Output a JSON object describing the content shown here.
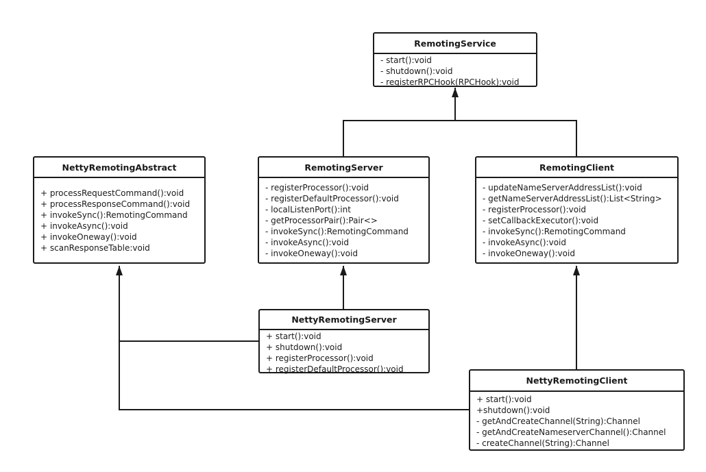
{
  "classes": {
    "remoting_service": {
      "name": "RemotingService",
      "members": [
        "- start():void",
        "- shutdown():void",
        "- registerRPCHook(RPCHook):void"
      ]
    },
    "netty_remoting_abstract": {
      "name": "NettyRemotingAbstract",
      "members": [
        "+ processRequestCommand():void",
        "+ processResponseCommand():void",
        "+ invokeSync():RemotingCommand",
        "+ invokeAsync():void",
        "+ invokeOneway():void",
        "+ scanResponseTable:void"
      ]
    },
    "remoting_server": {
      "name": "RemotingServer",
      "members": [
        "- registerProcessor():void",
        "- registerDefaultProcessor():void",
        "- localListenPort():int",
        "- getProcessorPair():Pair<>",
        "- invokeSync():RemotingCommand",
        "- invokeAsync():void",
        "- invokeOneway():void"
      ]
    },
    "remoting_client": {
      "name": "RemotingClient",
      "members": [
        "- updateNameServerAddressList():void",
        "- getNameServerAddressList():List<String>",
        "- registerProcessor():void",
        "- setCallbackExecutor():void",
        "- invokeSync():RemotingCommand",
        "- invokeAsync():void",
        "- invokeOneway():void"
      ]
    },
    "netty_remoting_server": {
      "name": "NettyRemotingServer",
      "members": [
        "+ start():void",
        "+ shutdown():void",
        "+ registerProcessor():void",
        "+ registerDefaultProcessor():void"
      ]
    },
    "netty_remoting_client": {
      "name": "NettyRemotingClient",
      "members": [
        "+ start():void",
        "+shutdown():void",
        "- getAndCreateChannel(String):Channel",
        "- getAndCreateNameserverChannel():Channel",
        "- createChannel(String):Channel"
      ]
    }
  }
}
